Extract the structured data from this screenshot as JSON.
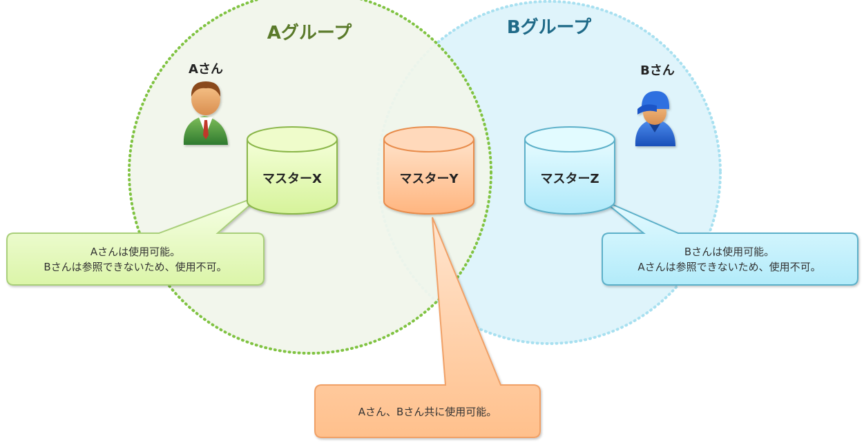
{
  "groups": {
    "a": {
      "title": "Aグループ",
      "color": "#5a7a2a",
      "border": "#80c342",
      "fill": "#f1f5ea"
    },
    "b": {
      "title": "Bグループ",
      "color": "#1f6a88",
      "border": "#a8e0f0",
      "fill": "#dff4fb"
    }
  },
  "people": {
    "a": {
      "label": "Aさん",
      "icon": "businessman-icon"
    },
    "b": {
      "label": "Bさん",
      "icon": "worker-cap-icon"
    }
  },
  "databases": {
    "x": {
      "label": "マスターX",
      "fill": "#e2f7b6",
      "stroke": "#8ab64a"
    },
    "y": {
      "label": "マスターY",
      "fill": "#ffc596",
      "stroke": "#e88c4c"
    },
    "z": {
      "label": "マスターZ",
      "fill": "#c8f1fb",
      "stroke": "#5bb0c9"
    }
  },
  "callouts": {
    "x": {
      "line1": "Aさんは使用可能。",
      "line2": "Bさんは参照できないため、使用不可。"
    },
    "y": {
      "line1": "Aさん、Bさん共に使用可能。"
    },
    "z": {
      "line1": "Bさんは使用可能。",
      "line2": "Aさんは参照できないため、使用不可。"
    }
  }
}
